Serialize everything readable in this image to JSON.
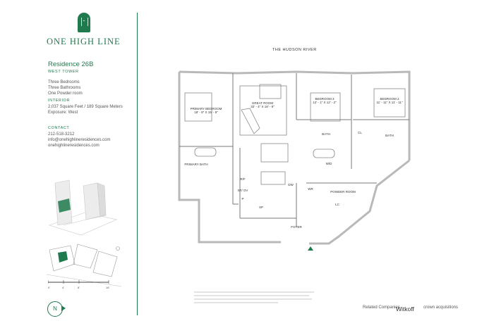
{
  "brand": {
    "name": "ONE HIGH LINE"
  },
  "residence": {
    "title": "Residence 26B",
    "tower": "WEST TOWER",
    "features": [
      "Three Bedrooms",
      "Three Bathrooms",
      "One Powder room"
    ]
  },
  "interior": {
    "heading": "INTERIOR",
    "lines": [
      "2,037 Square Feet / 189 Square Meters",
      "Exposure: West"
    ]
  },
  "contact": {
    "heading": "CONTACT",
    "lines": [
      "212-518-3212",
      "info@onehighlineresidences.com",
      "onehighlineresidences.com"
    ]
  },
  "plan": {
    "river_label": "THE HUDSON RIVER",
    "rooms": [
      {
        "name": "PRIMARY BEDROOM",
        "dims": "18' - 9\" X 15' - 9\""
      },
      {
        "name": "GREAT ROOM",
        "dims": "32' - 4\" X 18' - 9\""
      },
      {
        "name": "BEDROOM 3",
        "dims": "12' - 1\" X 12' - 2\""
      },
      {
        "name": "BEDROOM 2",
        "dims": "11' - 11\" X 11' - 11\""
      }
    ],
    "small_labels": {
      "primary_bath": "PRIMARY BATH",
      "bath": "BATH",
      "bath2": "BATH",
      "cl": "CL",
      "wd": "W/D",
      "rf": "R/F",
      "dw": "DW",
      "stov": "ST/ OV",
      "p": "P",
      "sp": "SP",
      "wr": "WR",
      "powder": "POWDER ROOM",
      "lc": "LC",
      "foyer": "FOYER"
    }
  },
  "compass": {
    "label": "N"
  },
  "scale_labels": [
    "0'",
    "4'",
    "8'",
    "16'"
  ],
  "partners": [
    "Related Companies",
    "Witkoff",
    "crown acquisitions"
  ],
  "colors": {
    "brand_green": "#1f7a4d",
    "wall": "#b9b9b9",
    "wall_dark": "#7a7a7a"
  }
}
